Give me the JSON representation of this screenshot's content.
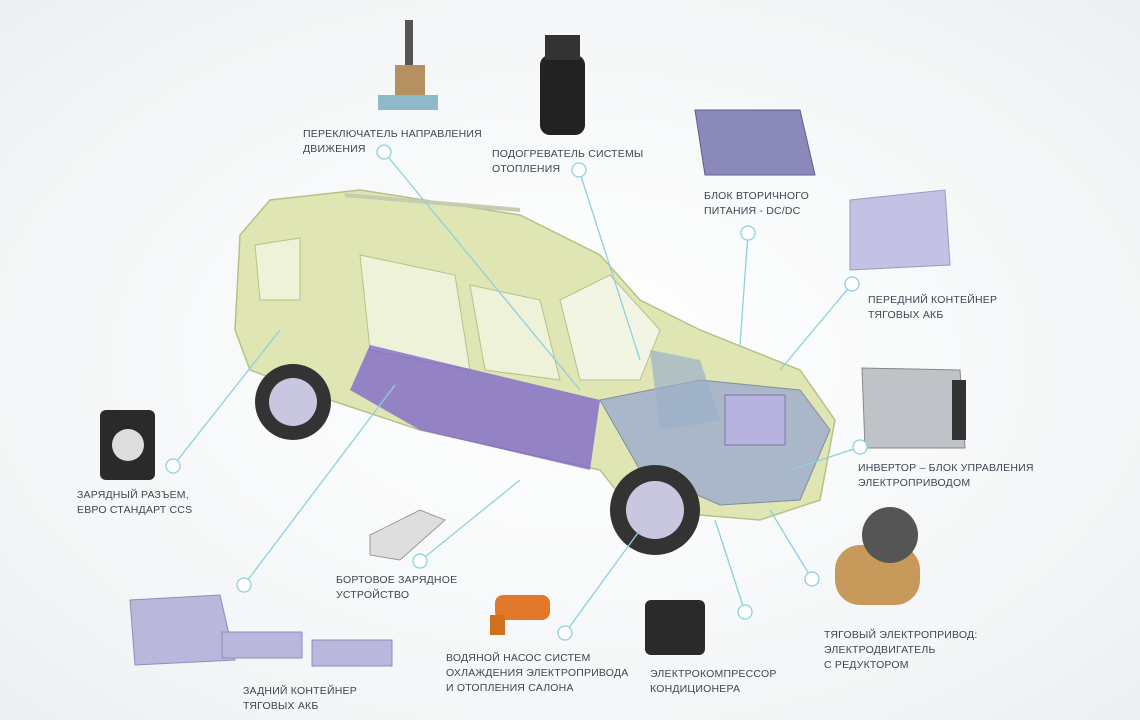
{
  "labels": {
    "shifter": [
      "ПЕРЕКЛЮЧАТЕЛЬ НАПРАВЛЕНИЯ",
      "ДВИЖЕНИЯ"
    ],
    "heater": [
      "ПОДОГРЕВАТЕЛЬ СИСТЕМЫ",
      "ОТОПЛЕНИЯ"
    ],
    "dcdc": [
      "БЛОК ВТОРИЧНОГО",
      "ПИТАНИЯ - DC/DC"
    ],
    "front_battery": [
      "ПЕРЕДНИЙ КОНТЕЙНЕР",
      "ТЯГОВЫХ АКБ"
    ],
    "inverter": [
      "ИНВЕРТОР – БЛОК УПРАВЛЕНИЯ",
      "ЭЛЕКТРОПРИВОДОМ"
    ],
    "motor": [
      "ТЯГОВЫЙ ЭЛЕКТРОПРИВОД:",
      "ЭЛЕКТРОДВИГАТЕЛЬ",
      "С РЕДУКТОРОМ"
    ],
    "compressor": [
      "ЭЛЕКТРОКОМПРЕССОР",
      "КОНДИЦИОНЕРА"
    ],
    "pump": [
      "ВОДЯНОЙ НАСОС СИСТЕМ",
      "ОХЛАЖДЕНИЯ ЭЛЕКТРОПРИВОДА",
      "И ОТОПЛЕНИЯ САЛОНА"
    ],
    "charger": [
      "БОРТОВОЕ ЗАРЯДНОЕ",
      "УСТРОЙСТВО"
    ],
    "rear_battery": [
      "ЗАДНИЙ КОНТЕЙНЕР",
      "ТЯГОВЫХ АКБ"
    ],
    "port": [
      "ЗАРЯДНЫЙ РАЗЪЕМ,",
      "ЕВРО СТАНДАРТ CCS"
    ]
  },
  "colors": {
    "body": "#dfe6b4",
    "marker": "#8fd0de",
    "battery": "#b9b8dc",
    "floor": "#7a62c9"
  }
}
